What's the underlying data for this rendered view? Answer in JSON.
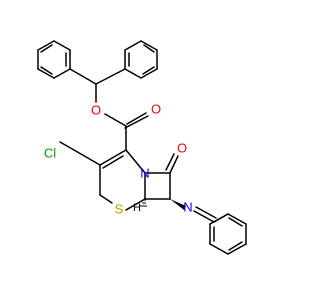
{
  "colors": {
    "carbon": "#000000",
    "oxygen": "#ff0000",
    "nitrogen": "#0000ff",
    "sulfur": "#b5a000",
    "chlorine": "#00a000",
    "background": "#ffffff"
  },
  "atom_labels": {
    "ester_o": "O",
    "carbonyl_o": "O",
    "lactam_o": "O",
    "ring_n": "N",
    "imine_n": "N",
    "sulfur": "S",
    "chlorine": "Cl",
    "stereo_h": "H"
  }
}
